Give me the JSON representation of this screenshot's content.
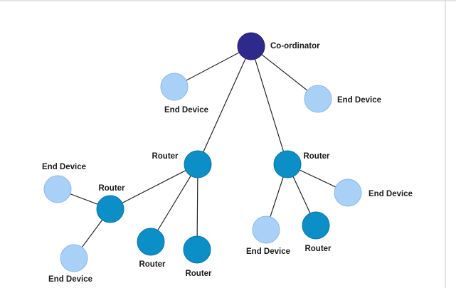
{
  "colors": {
    "coordinator": "#2e2a8c",
    "router": "#0b8fc6",
    "router_dark": "#0a73a6",
    "end_device": "#a9d1f7",
    "end_device_stroke": "#8fb7e4",
    "edge": "#222222"
  },
  "nodes": [
    {
      "id": "coordinator",
      "type": "coordinator",
      "label": "Co-ordinator"
    },
    {
      "id": "end-device-1",
      "type": "end_device",
      "label": "End Device"
    },
    {
      "id": "end-device-2",
      "type": "end_device",
      "label": "End Device"
    },
    {
      "id": "router-1",
      "type": "router",
      "label": "Router"
    },
    {
      "id": "router-2",
      "type": "router",
      "label": "Router"
    },
    {
      "id": "router-3",
      "type": "router",
      "label": "Router"
    },
    {
      "id": "end-device-3",
      "type": "end_device",
      "label": "End Device"
    },
    {
      "id": "end-device-4",
      "type": "end_device",
      "label": "End Device"
    },
    {
      "id": "router-4",
      "type": "router",
      "label": "Router"
    },
    {
      "id": "router-5",
      "type": "router",
      "label": "Router"
    },
    {
      "id": "end-device-5",
      "type": "end_device",
      "label": "End Device"
    },
    {
      "id": "router-6",
      "type": "router",
      "label": "Router"
    },
    {
      "id": "end-device-6",
      "type": "end_device",
      "label": "End Device"
    }
  ],
  "edges": [
    [
      "coordinator",
      "end-device-1"
    ],
    [
      "coordinator",
      "end-device-2"
    ],
    [
      "coordinator",
      "router-1"
    ],
    [
      "coordinator",
      "router-2"
    ],
    [
      "router-1",
      "router-3"
    ],
    [
      "router-1",
      "router-4"
    ],
    [
      "router-1",
      "router-5"
    ],
    [
      "router-3",
      "end-device-3"
    ],
    [
      "router-3",
      "end-device-4"
    ],
    [
      "router-2",
      "end-device-5"
    ],
    [
      "router-2",
      "router-6"
    ],
    [
      "router-2",
      "end-device-6"
    ]
  ]
}
